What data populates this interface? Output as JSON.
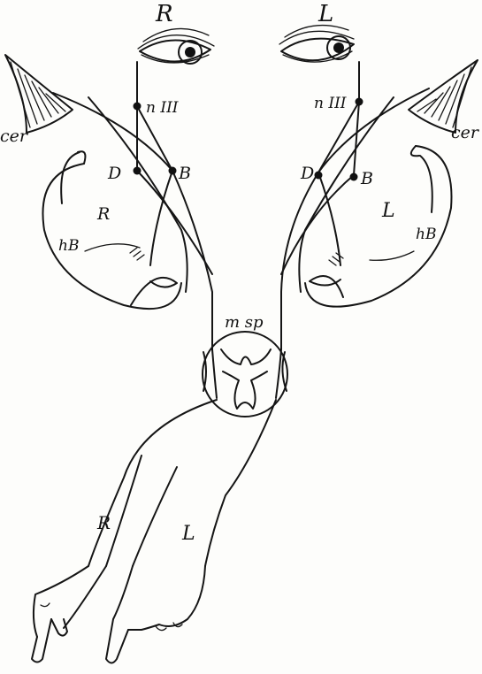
{
  "labels": {
    "eye_right": "R",
    "eye_left": "L",
    "nucleus_right": "n III",
    "nucleus_left": "n III",
    "cerebellum_right": "cer",
    "cerebellum_left": "cer",
    "deiters_right": "D",
    "deiters_left": "D",
    "bechterew_right": "B",
    "bechterew_left": "B",
    "labyrinth_right": "R",
    "labyrinth_left": "L",
    "canal_right": "hB",
    "canal_left": "hB",
    "spinal_cord": "m sp",
    "arm_right": "R",
    "arm_left": "L"
  }
}
